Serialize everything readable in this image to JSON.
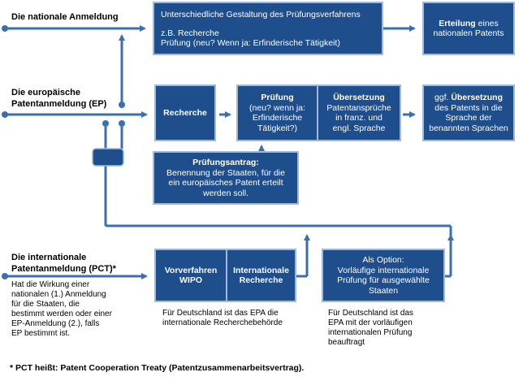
{
  "colors": {
    "box_fill": "#1f4e8c",
    "box_border": "#9fb9db",
    "line": "#3d6fb0",
    "text_on_box": "#ffffff"
  },
  "labels": {
    "national": "Die nationale Anmeldung",
    "european_1": "Die europäische",
    "european_2": "Patentanmeldung (EP)",
    "international_1": "Die internationale",
    "international_2": "Patentanmeldung (PCT)*"
  },
  "pct_effect": [
    "Hat die Wirkung einer",
    "nationalen (1.) Anmeldung",
    "für die Staaten, die",
    "bestimmt werden oder einer",
    "EP-Anmeldung (2.), falls",
    "EP bestimmt ist."
  ],
  "boxes": {
    "national_procedure": [
      "Unterschiedliche Gestaltung des Prüfungsverfahrens",
      "",
      "z.B. Recherche",
      "Prüfung (neu? Wenn ja: Erfinderische Tätigkeit)"
    ],
    "grant_bold": "Erteilung",
    "grant_rest_1": " eines",
    "grant_rest_2": "nationalen Patents",
    "recherche": "Recherche",
    "pruefung_title": "Prüfung",
    "pruefung_body": [
      "(neu? wenn ja:",
      "Erfinderische",
      "Tätigkeit?)"
    ],
    "uebersetzung_title": "Übersetzung",
    "uebersetzung_body": [
      "Patentansprüche",
      "in franz. und",
      "engl. Sprache"
    ],
    "ggf_prefix": "ggf. ",
    "ggf_bold": "Übersetzung",
    "ggf_body": [
      "des Patents in die",
      "Sprache der",
      "benannten Sprachen"
    ],
    "antrag_title": "Prüfungsantrag:",
    "antrag_body": [
      "Benennung der Staaten, für die",
      "ein europäisches Patent erteilt",
      "werden soll."
    ],
    "wipo": [
      "Vorverfahren",
      "WIPO"
    ],
    "int_recherche": [
      "Internationale",
      "Recherche"
    ],
    "option": [
      "Als Option:",
      "Vorläufige internationale",
      "Prüfung für ausgewählte",
      "Staaten"
    ]
  },
  "notes": {
    "epa_recherche": [
      "Für Deutschland ist das EPA die",
      "internationale  Recherchebehörde"
    ],
    "epa_pruefung": [
      "Für Deutschland ist das",
      "EPA mit der vorläufigen",
      "internationalen Prüfung",
      "beauftragt"
    ]
  },
  "footnote": "* PCT heißt: Patent Cooperation Treaty (Patentzusammenarbeitsvertrag)."
}
